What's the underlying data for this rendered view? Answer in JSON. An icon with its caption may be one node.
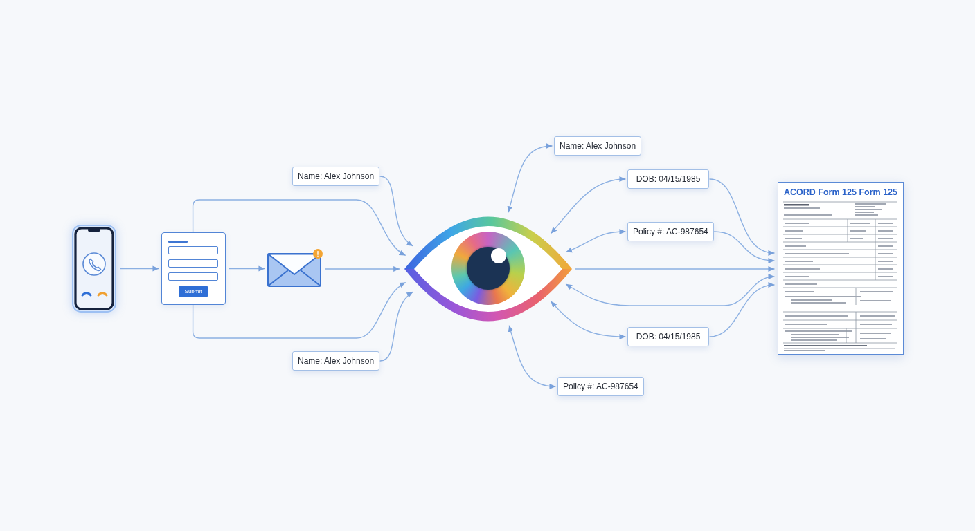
{
  "diagram": {
    "nodes": [
      {
        "text": [],
        "shape": "picture"
      },
      {
        "text": [
          "Submit"
        ]
      },
      {
        "text": [],
        "shape": "picture"
      },
      {
        "text": [
          "Name: Alex Johnson"
        ]
      },
      {
        "text": [
          "Name: Alex Johnson"
        ]
      },
      {
        "text": [],
        "shape": "picture"
      },
      {
        "text": [
          "Name: Alex Johnson"
        ]
      },
      {
        "text": [
          "DOB: 04/15/1985"
        ]
      },
      {
        "text": [
          "Policy #: AC-987654"
        ]
      },
      {
        "text": [
          "DOB: 04/15/1985"
        ]
      },
      {
        "text": [
          "Policy #: AC-987654"
        ]
      },
      {
        "text": [
          "ACORD Form 125",
          "Form 125"
        ]
      }
    ],
    "edges": [
      {
        "from": 0,
        "to": 1,
        "arrow": "to"
      },
      {
        "from": 1,
        "to": 2,
        "arrow": "to"
      },
      {
        "from": 2,
        "to": 5,
        "arrow": "to"
      },
      {
        "from": 3,
        "to": 5,
        "arrow": "to"
      },
      {
        "from": 1,
        "to": 5,
        "arrow": "to"
      },
      {
        "from": 1,
        "to": 5,
        "arrow": "to"
      },
      {
        "from": 4,
        "to": 5,
        "arrow": "to"
      },
      {
        "from": 5,
        "to": 6,
        "arrow": "both"
      },
      {
        "from": 5,
        "to": 7,
        "arrow": "both"
      },
      {
        "from": 5,
        "to": 8,
        "arrow": "both"
      },
      {
        "from": 5,
        "to": 11,
        "arrow": "to"
      },
      {
        "from": 5,
        "to": 11,
        "arrow": "both"
      },
      {
        "from": 5,
        "to": 9,
        "arrow": "both"
      },
      {
        "from": 5,
        "to": 10,
        "arrow": "both"
      },
      {
        "from": 7,
        "to": 11,
        "arrow": "to"
      },
      {
        "from": 8,
        "to": 11,
        "arrow": "to"
      },
      {
        "from": 9,
        "to": 11,
        "arrow": "to"
      }
    ]
  }
}
